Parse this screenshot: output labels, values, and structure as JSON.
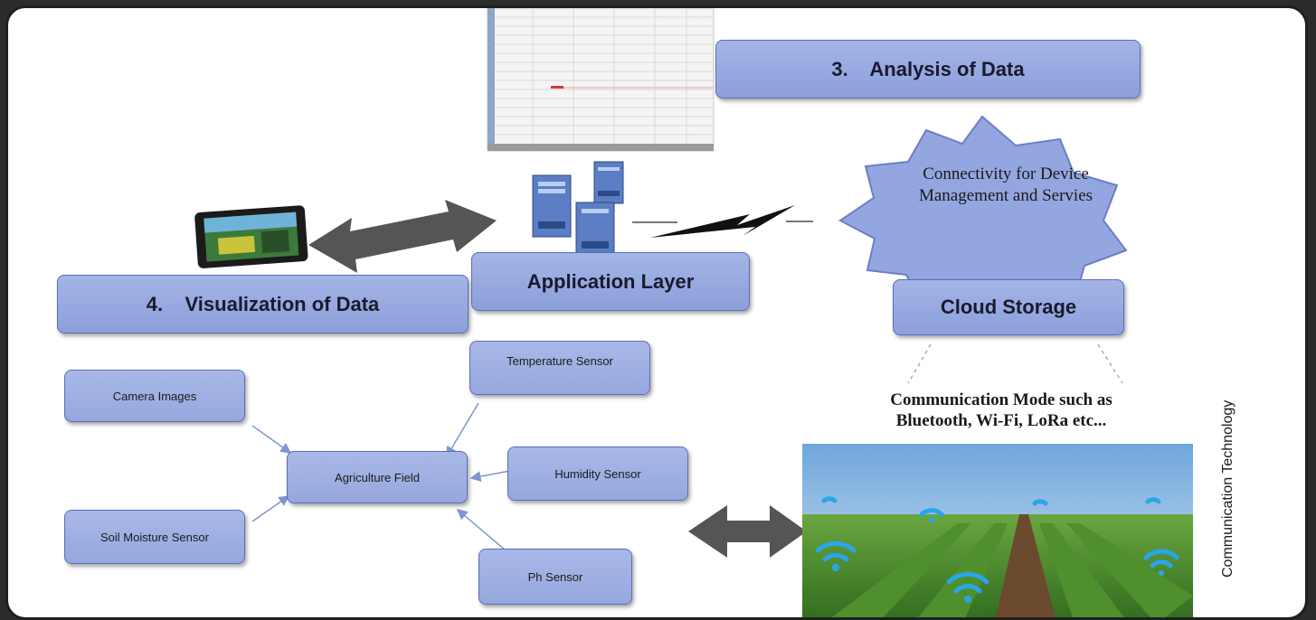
{
  "boxes": {
    "analysis": "3.    Analysis of Data",
    "visualization": "4.    Visualization of Data",
    "application_layer": "Application Layer",
    "cloud_storage": "Cloud Storage",
    "connectivity": "Connectivity for Device Management and Servies",
    "camera": "Camera Images",
    "soil": "Soil Moisture Sensor",
    "agri": "Agriculture Field",
    "temperature": "Temperature Sensor",
    "humidity": "Humidity Sensor",
    "ph": "Ph Sensor"
  },
  "comm_mode": {
    "line1": "Communication Mode such as",
    "line2": "Bluetooth, Wi-Fi, LoRa etc..."
  },
  "side_label": "Communication Technology",
  "colors": {
    "box_fill": "#95a7dd",
    "box_border": "#5a6fb8",
    "arrow": "#555555",
    "frame": "#1f1f1f"
  }
}
